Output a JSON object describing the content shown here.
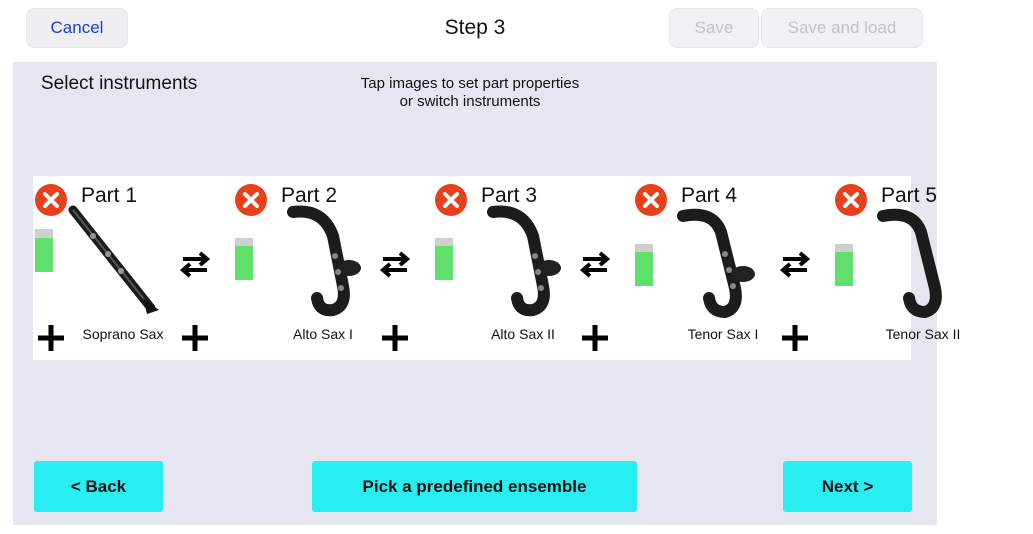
{
  "header": {
    "title": "Step 3",
    "cancel_label": "Cancel",
    "save_label": "Save",
    "save_load_label": "Save and load"
  },
  "main": {
    "select_label": "Select instruments",
    "hint_line1": "Tap images to set part properties",
    "hint_line2": "or switch instruments",
    "parts": [
      {
        "name": "Part 1",
        "instrument": "Soprano Sax",
        "level": 0.78
      },
      {
        "name": "Part 2",
        "instrument": "Alto Sax I",
        "level": 0.8
      },
      {
        "name": "Part 3",
        "instrument": "Alto Sax II",
        "level": 0.8
      },
      {
        "name": "Part 4",
        "instrument": "Tenor Sax I",
        "level": 0.8
      },
      {
        "name": "Part 5",
        "instrument": "Tenor Sax II",
        "level": 0.8
      }
    ]
  },
  "footer": {
    "back_label": "<  Back",
    "pick_label": "Pick a predefined ensemble",
    "next_label": "Next  >"
  },
  "colors": {
    "accent": "#28eef2",
    "delete": "#e8401c",
    "meter_fill": "#5fe06a",
    "link": "#1a3fd0",
    "panel": "#e6e6f1"
  }
}
